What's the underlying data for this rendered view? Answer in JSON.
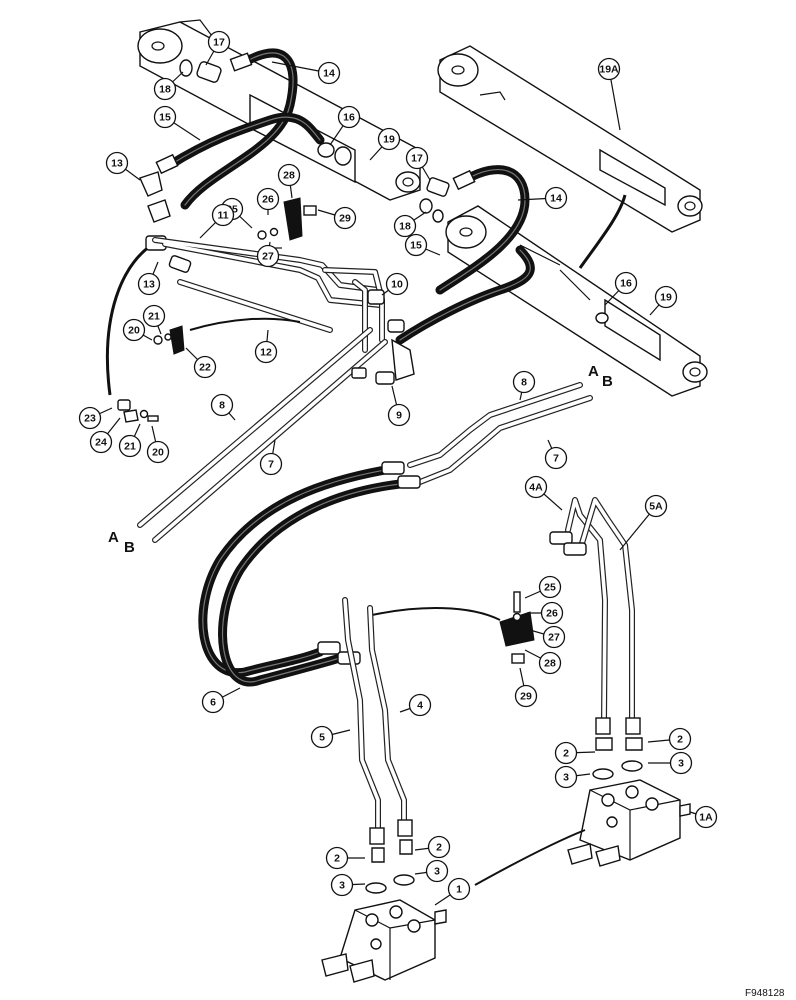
{
  "figure_id": "F948128",
  "line_ends": {
    "a": "A",
    "b": "B"
  },
  "callouts": [
    {
      "label": "17"
    },
    {
      "label": "18"
    },
    {
      "label": "14"
    },
    {
      "label": "15"
    },
    {
      "label": "16"
    },
    {
      "label": "19"
    },
    {
      "label": "13"
    },
    {
      "label": "28"
    },
    {
      "label": "25"
    },
    {
      "label": "26"
    },
    {
      "label": "29"
    },
    {
      "label": "11"
    },
    {
      "label": "27"
    },
    {
      "label": "13"
    },
    {
      "label": "19A"
    },
    {
      "label": "17"
    },
    {
      "label": "14"
    },
    {
      "label": "18"
    },
    {
      "label": "15"
    },
    {
      "label": "16"
    },
    {
      "label": "19"
    },
    {
      "label": "10"
    },
    {
      "label": "20"
    },
    {
      "label": "21"
    },
    {
      "label": "22"
    },
    {
      "label": "12"
    },
    {
      "label": "9"
    },
    {
      "label": "8"
    },
    {
      "label": "7"
    },
    {
      "label": "23"
    },
    {
      "label": "24"
    },
    {
      "label": "21"
    },
    {
      "label": "20"
    },
    {
      "label": "8"
    },
    {
      "label": "7"
    },
    {
      "label": "4A"
    },
    {
      "label": "5A"
    },
    {
      "label": "25"
    },
    {
      "label": "26"
    },
    {
      "label": "27"
    },
    {
      "label": "28"
    },
    {
      "label": "29"
    },
    {
      "label": "6"
    },
    {
      "label": "4"
    },
    {
      "label": "5"
    },
    {
      "label": "2"
    },
    {
      "label": "2"
    },
    {
      "label": "3"
    },
    {
      "label": "3"
    },
    {
      "label": "1A"
    },
    {
      "label": "2"
    },
    {
      "label": "2"
    },
    {
      "label": "3"
    },
    {
      "label": "3"
    },
    {
      "label": "1"
    }
  ]
}
